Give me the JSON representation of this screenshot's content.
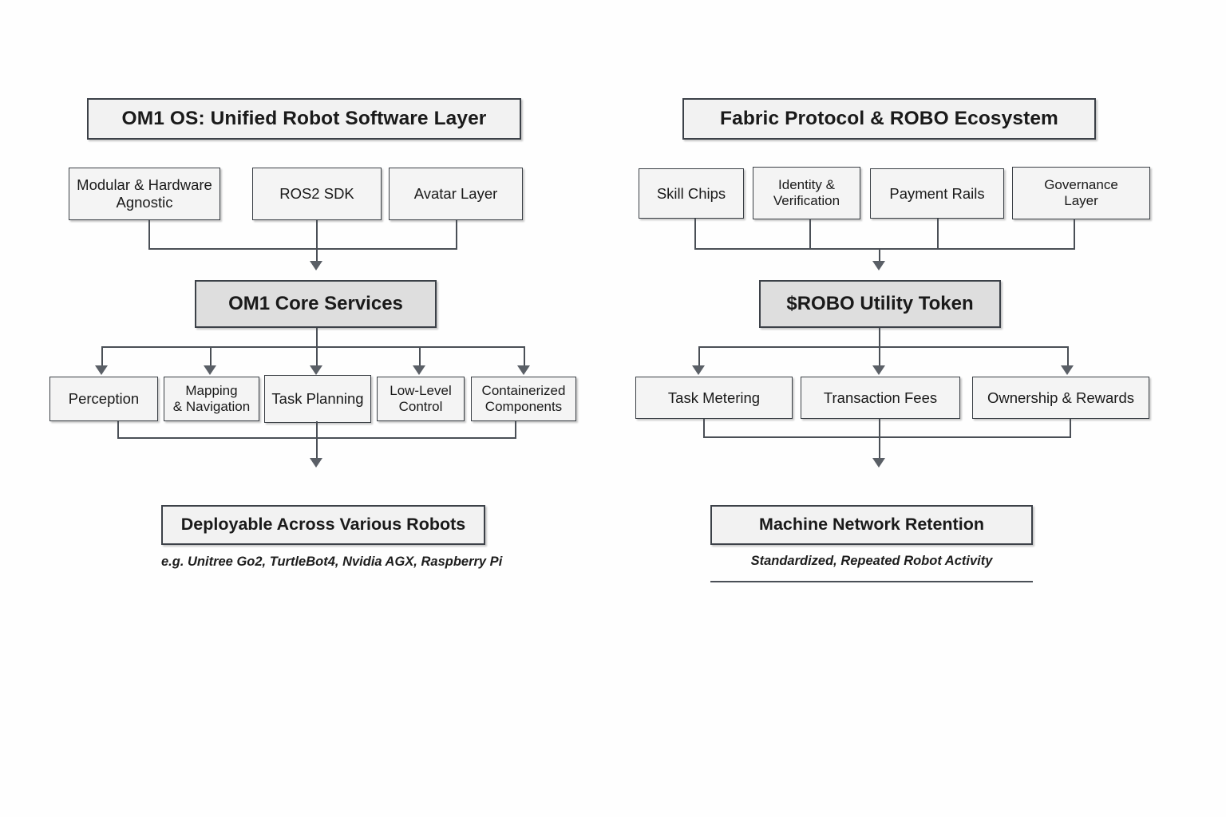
{
  "diagram": {
    "type": "flowchart",
    "background_color": "#fefefe",
    "box_fill": "#f4f4f4",
    "emphasis_fill": "#dedede",
    "border_color": "#3c4148",
    "connector_color": "#4a4f56",
    "panels": [
      {
        "id": "left",
        "title": "OM1 OS: Unified Robot Software Layer",
        "inputs": [
          "Modular & Hardware Agnostic",
          "ROS2 SDK",
          "Avatar Layer"
        ],
        "hub": "OM1 Core Services",
        "services": [
          "Perception",
          "Mapping\n& Navigation",
          "Task Planning",
          "Low-Level\nControl",
          "Containerized\nComponents"
        ],
        "outcome": "Deployable Across Various Robots",
        "caption": "e.g. Unitree Go2, TurtleBot4, Nvidia AGX, Raspberry Pi",
        "caption_rule": false
      },
      {
        "id": "right",
        "title": "Fabric Protocol & ROBO Ecosystem",
        "inputs": [
          "Skill Chips",
          "Identity &\nVerification",
          "Payment Rails",
          "Governance\nLayer"
        ],
        "hub": "$ROBO Utility Token",
        "services": [
          "Task Metering",
          "Transaction Fees",
          "Ownership & Rewards"
        ],
        "outcome": "Machine Network Retention",
        "caption": "Standardized, Repeated Robot Activity",
        "caption_rule": true
      }
    ]
  }
}
